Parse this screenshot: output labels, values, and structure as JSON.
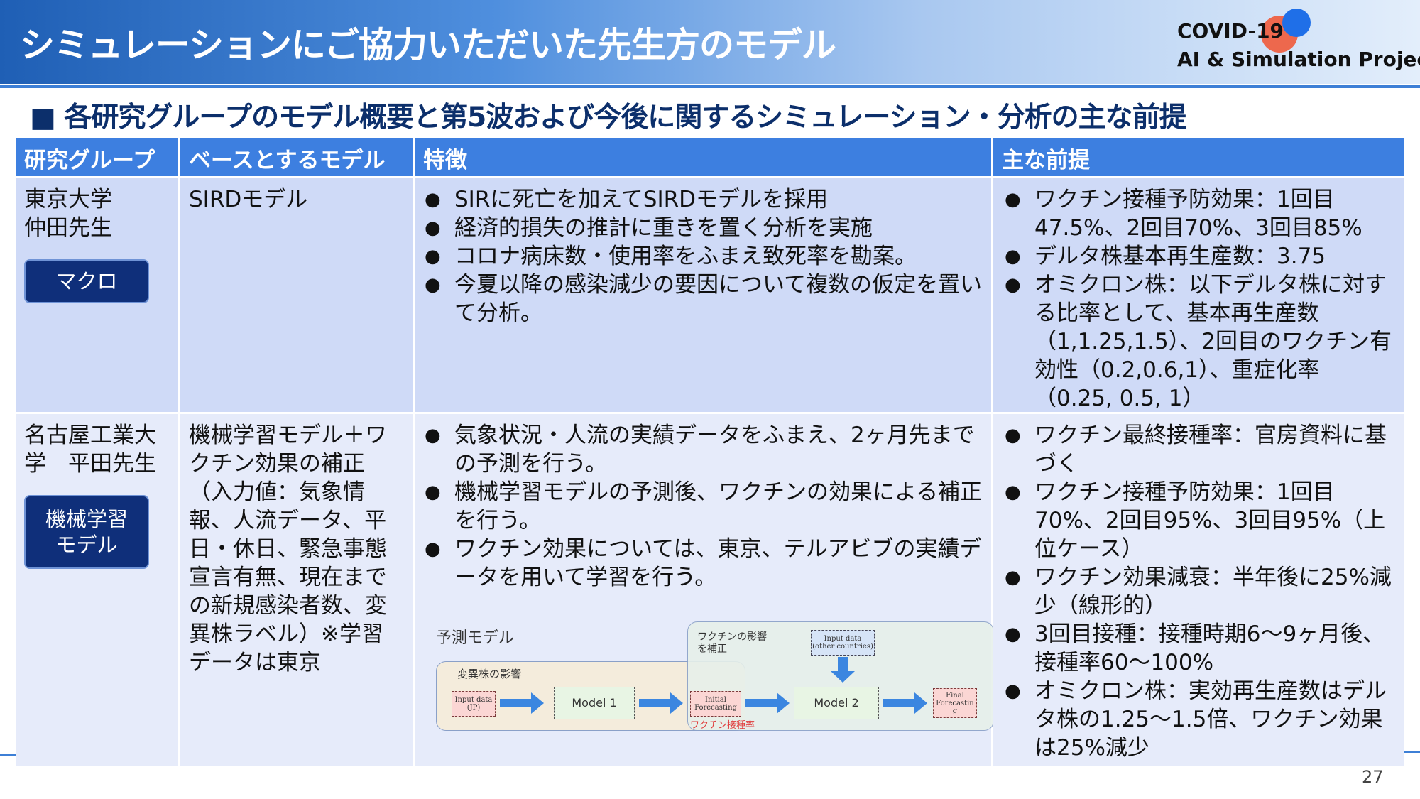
{
  "header": {
    "title": "シミュレーションにご協力いただいた先生方のモデル",
    "project_line1": "COVID-19",
    "project_line2": "AI & Simulation Project"
  },
  "subtitle": "■ 各研究グループのモデル概要と第5波および今後に関するシミュレーション・分析の主な前提",
  "table": {
    "headers": [
      "研究グループ",
      "ベースとするモデル",
      "特徴",
      "主な前提"
    ],
    "rows": [
      {
        "group_line1": "東京大学",
        "group_line2": "仲田先生",
        "badge_line1": "マクロ",
        "badge_line2": "",
        "model_text": "SIRDモデル",
        "features": [
          "SIRに死亡を加えてSIRDモデルを採用",
          "経済的損失の推計に重きを置く分析を実施",
          "コロナ病床数・使用率をふまえ致死率を勘案。",
          "今夏以降の感染減少の要因について複数の仮定を置いて分析。"
        ],
        "premises": [
          "ワクチン接種予防効果：1回目47.5%、2回目70%、3回目85%",
          "デルタ株基本再生産数：3.75",
          "オミクロン株：以下デルタ株に対する比率として、基本再生産数（1,1.25,1.5）、2回目のワクチン有効性（0.2,0.6,1）、重症化率（0.25, 0.5, 1）"
        ]
      },
      {
        "group_line1": "名古屋工業大学　平田先生",
        "group_line2": "",
        "badge_line1": "機械学習",
        "badge_line2": "モデル",
        "model_text": "機械学習モデル＋ワクチン効果の補正（入力値：気象情報、人流データ、平日・休日、緊急事態宣言有無、現在までの新規感染者数、変異株ラベル）※学習データは東京",
        "features": [
          "気象状況・人流の実績データをふまえ、2ヶ月先までの予測を行う。",
          "機械学習モデルの予測後、ワクチンの効果による補正を行う。",
          "ワクチン効果については、東京、テルアビブの実績データを用いて学習を行う。"
        ],
        "premises": [
          "ワクチン最終接種率：官房資料に基づく",
          "ワクチン接種予防効果：1回目70%、2回目95%、3回目95%（上位ケース）",
          "ワクチン効果減衰：半年後に25%減少（線形的）",
          "3回目接種：接種時期6～9ヶ月後、接種率60～100%",
          "オミクロン株：実効再生産数はデルタ株の1.25～1.5倍、ワクチン効果は25%減少"
        ]
      }
    ]
  },
  "diagram": {
    "title": "予測モデル",
    "zone_variant": "変異株の影響",
    "zone_vaccine_line1": "ワクチンの影響",
    "zone_vaccine_line2": "を補正",
    "input_jp_line1": "Input data",
    "input_jp_line2": "(JP)",
    "model1": "Model 1",
    "initial_line1": "Initial",
    "initial_line2": "Forecasting",
    "vaccine_rate": "ワクチン接種率",
    "input_other_line1": "Input data",
    "input_other_line2": "(other countries)",
    "model2": "Model 2",
    "final_line1": "Final",
    "final_line2": "Forecastin",
    "final_line3": "g"
  },
  "page_number": "27",
  "colors": {
    "header_blue": "#1f5fb5",
    "table_header": "#3d7fe0",
    "badge": "#0f2f7a",
    "subtitle": "#0c2f6b"
  }
}
